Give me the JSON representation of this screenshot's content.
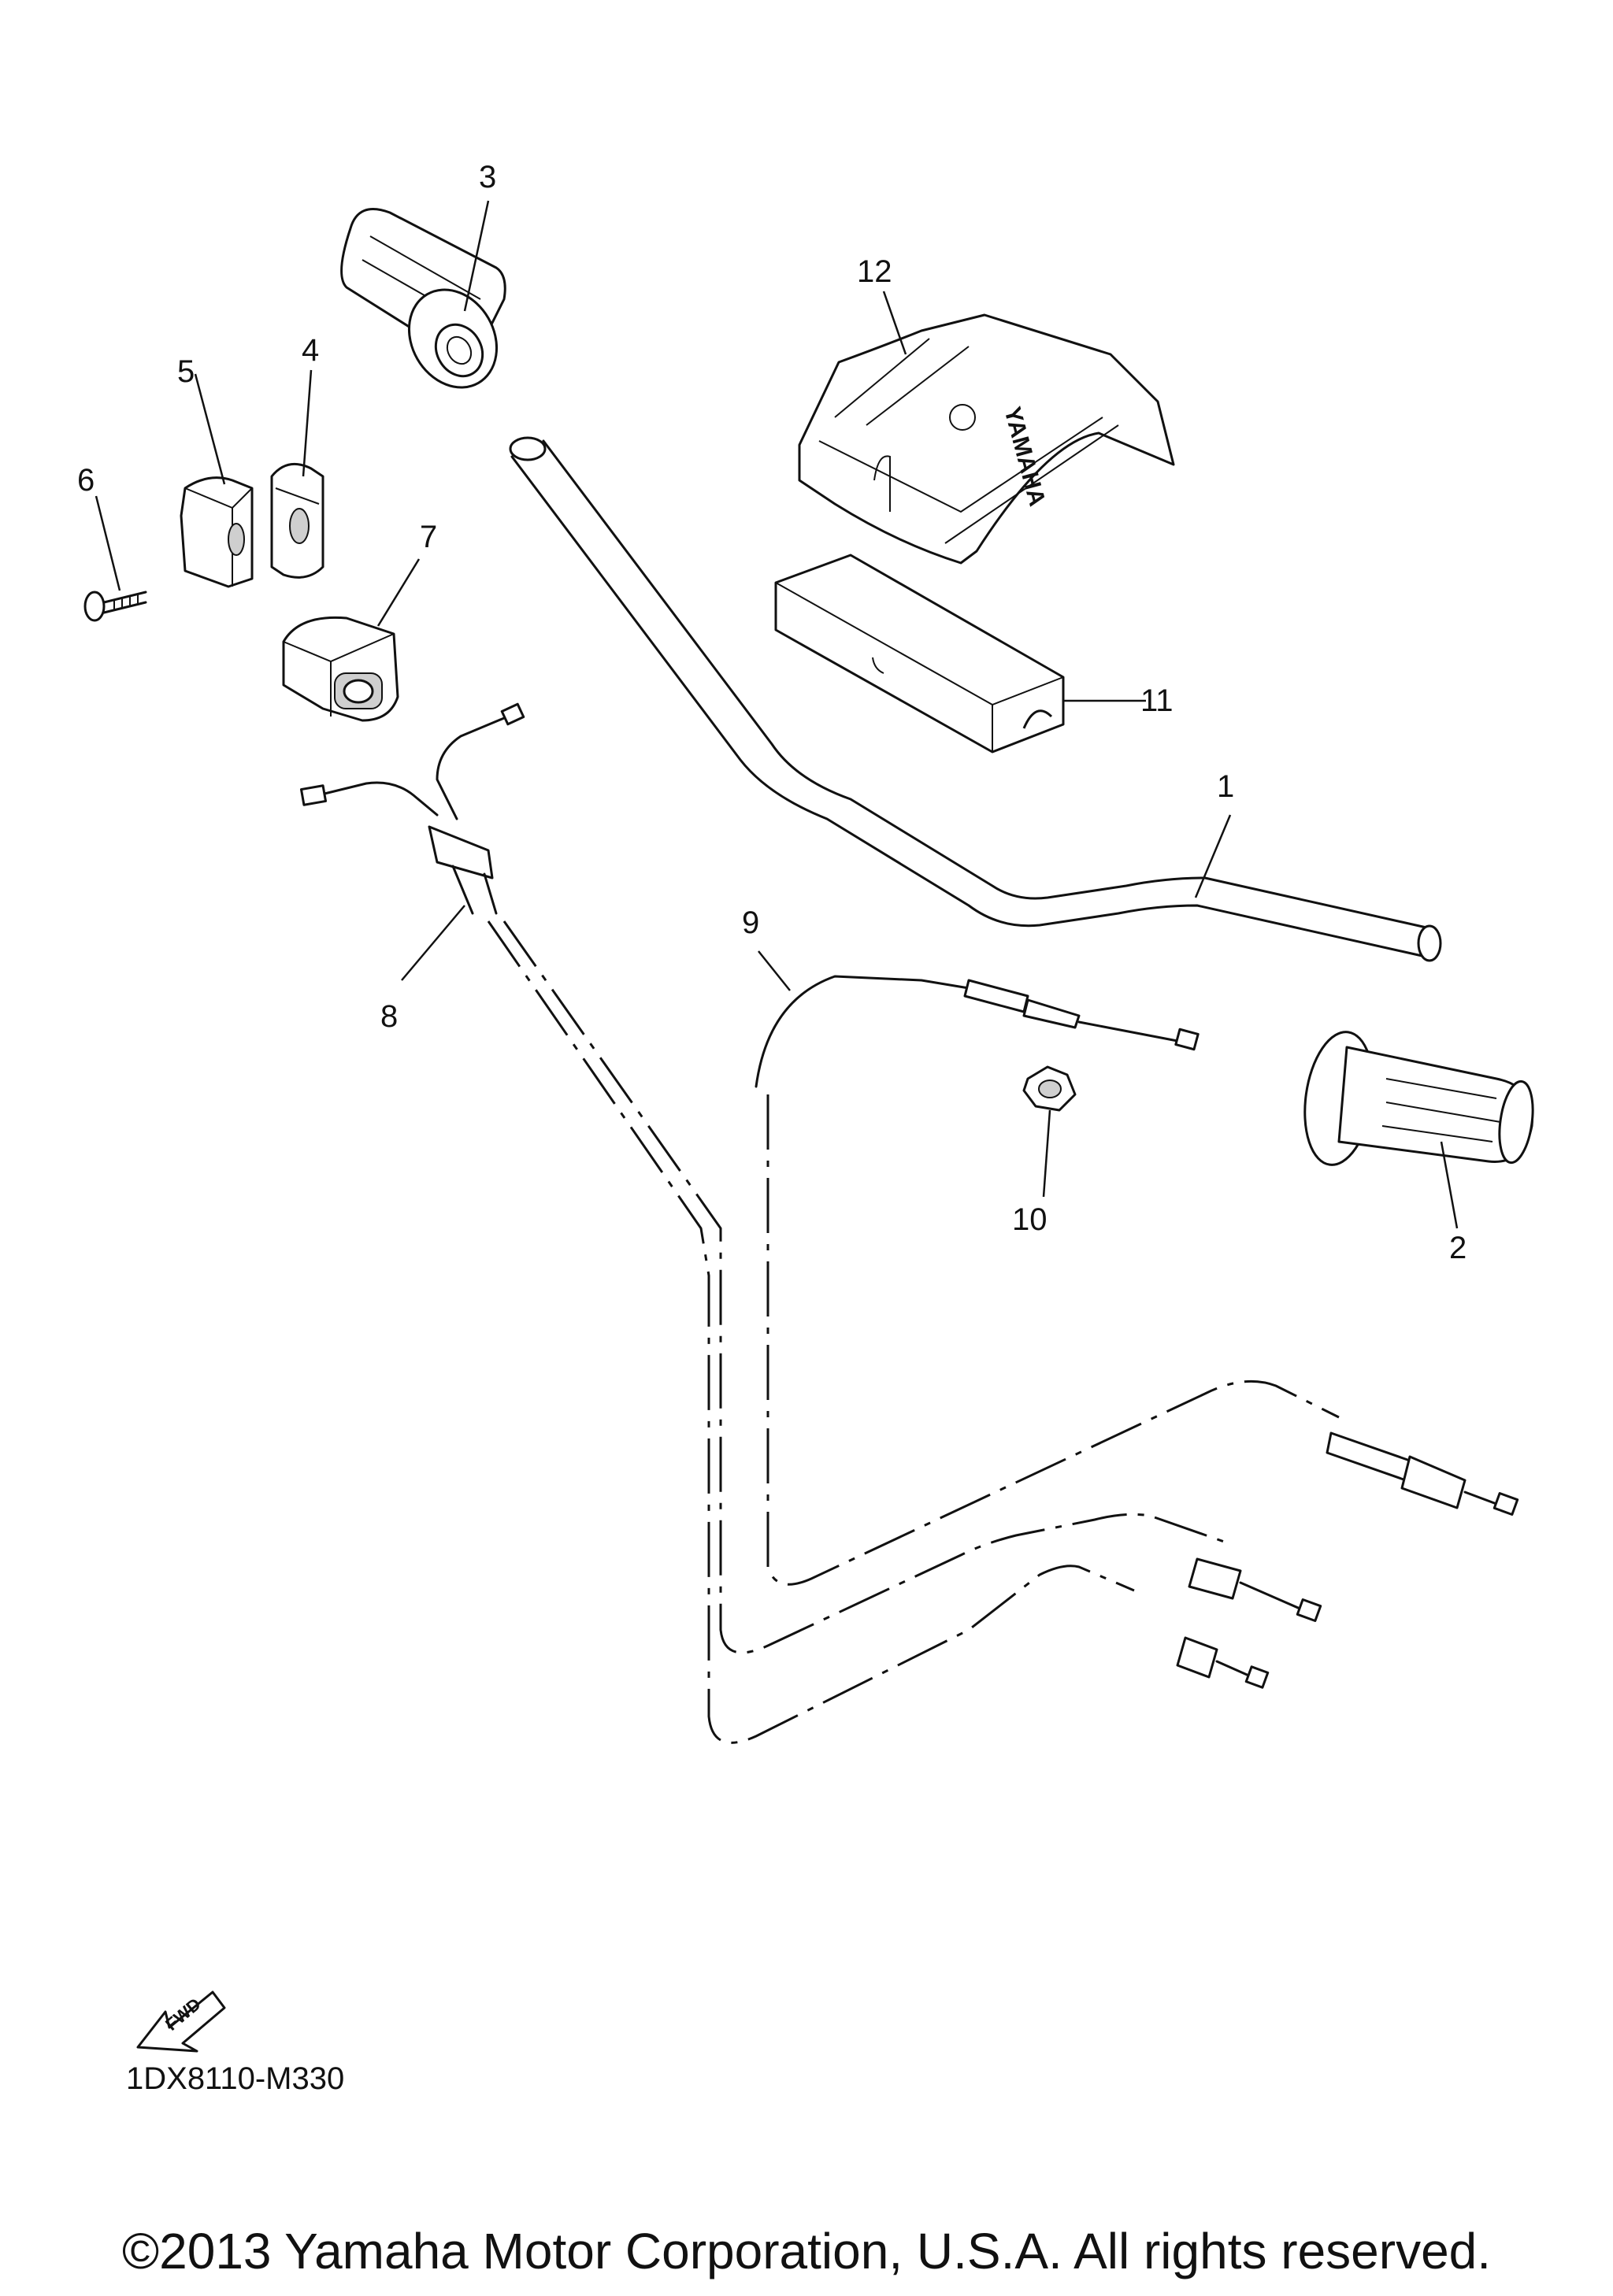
{
  "diagram": {
    "callouts": [
      "1",
      "2",
      "3",
      "4",
      "5",
      "6",
      "7",
      "8",
      "9",
      "10",
      "11",
      "12"
    ],
    "cover_brand_text": "YAMAHA",
    "fwd_label": "FWD",
    "diagram_code": "1DX8110-M330",
    "copyright": "©2013 Yamaha Motor Corporation, U.S.A. All rights reserved."
  }
}
